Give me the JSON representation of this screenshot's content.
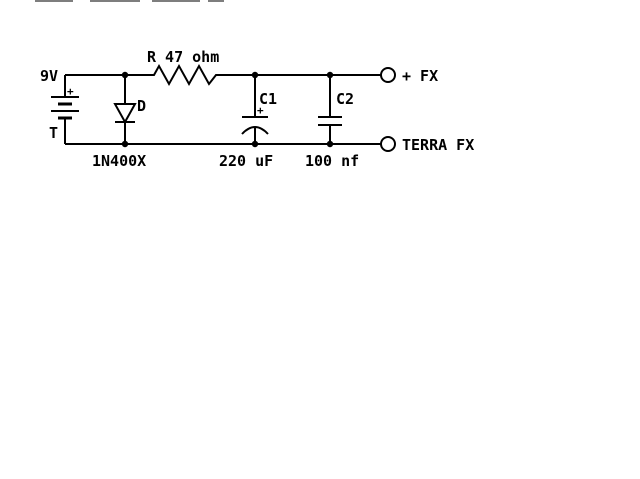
{
  "colors": {
    "background": "#ffffff",
    "line": "#000000"
  },
  "circuit": {
    "battery": {
      "voltage": "9V",
      "plus_terminal": "+",
      "minus_terminal": "T"
    },
    "resistor": {
      "label": "R 47 ohm"
    },
    "diode": {
      "name": "D",
      "part_number": "1N400X"
    },
    "capacitor1": {
      "name": "C1",
      "value": "220 uF",
      "polarity_mark": "+"
    },
    "capacitor2": {
      "name": "C2",
      "value": "100 nf"
    },
    "output": {
      "positive_label": "+ FX",
      "ground_label": "TERRA FX"
    }
  }
}
